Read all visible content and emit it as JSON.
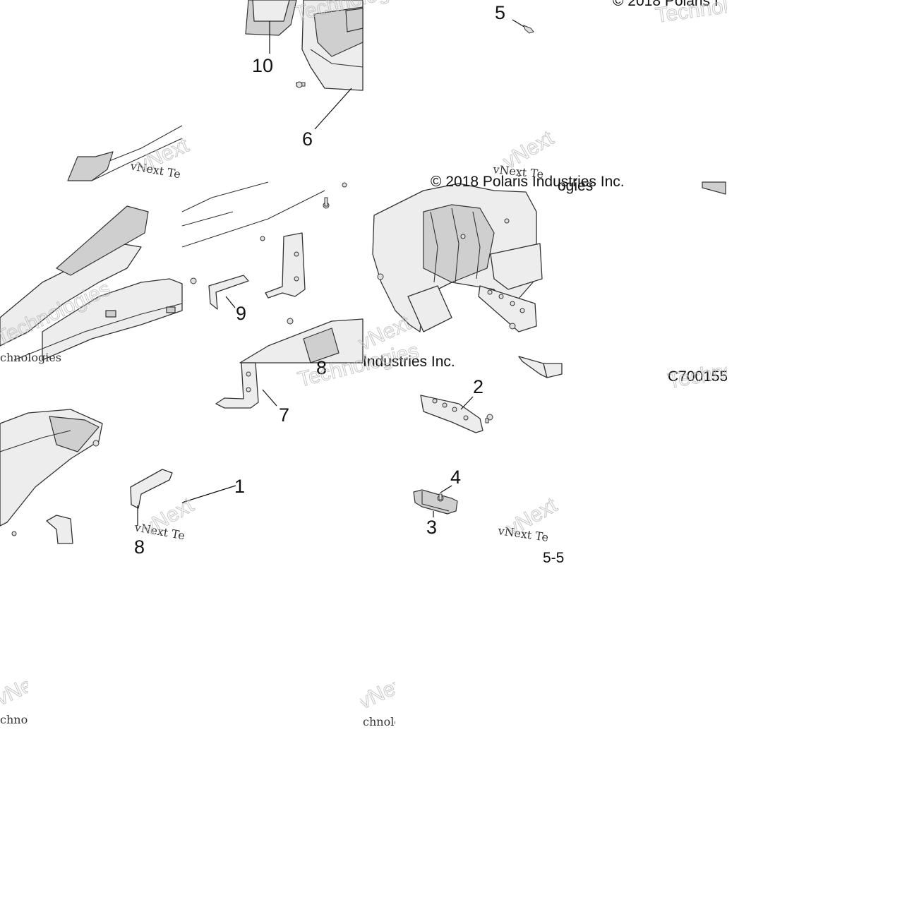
{
  "callouts": [
    "1",
    "2",
    "3",
    "4",
    "5",
    "6",
    "7",
    "8",
    "9",
    "10"
  ],
  "copyright": {
    "top": "© 2018 Polaris I",
    "mid": "© 2018 Polaris Industries Inc.",
    "mid_overlay": "ogies",
    "lower": "Industries Inc."
  },
  "part_number": "C700155",
  "page_number": "5-5",
  "watermark": {
    "word_a": "vNext",
    "word_b": "Technologies",
    "word_c": "vNext Te",
    "word_d": "chnologies"
  }
}
